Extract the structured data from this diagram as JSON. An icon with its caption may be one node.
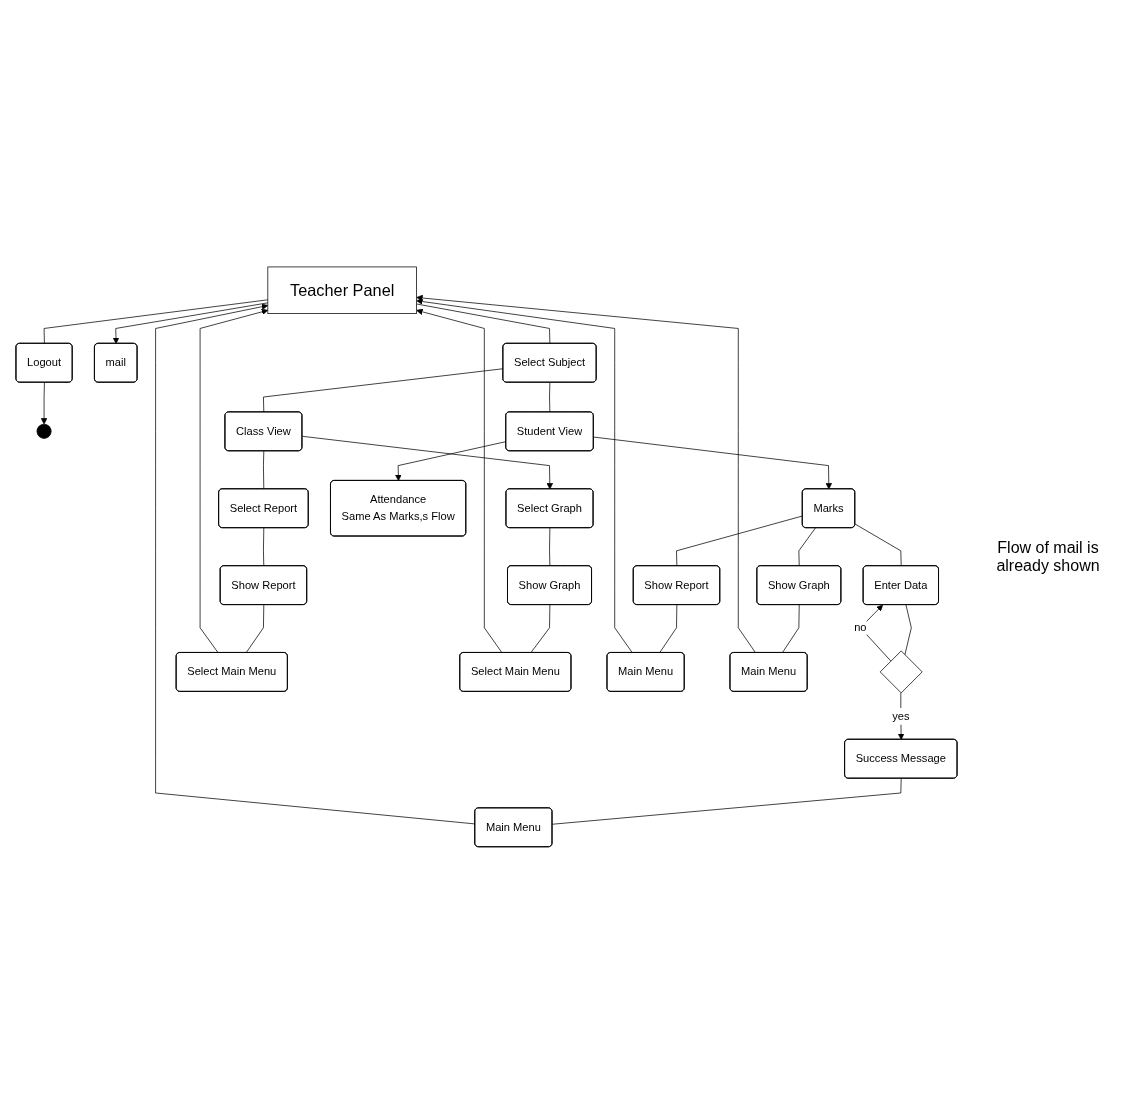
{
  "diagram": {
    "nodes": [
      {
        "text": [
          "Teacher Panel"
        ]
      },
      {
        "text": [
          "Select Subject"
        ]
      },
      {
        "text": [
          "mail"
        ]
      },
      {
        "text": [
          "Logout"
        ]
      },
      {
        "text": [],
        "shape": "circle"
      },
      {
        "text": [
          "Class View"
        ]
      },
      {
        "text": [
          "Student View"
        ]
      },
      {
        "text": [
          "Select Report"
        ]
      },
      {
        "text": [
          "Select Graph"
        ]
      },
      {
        "text": [
          "Marks"
        ]
      },
      {
        "text": [
          "Attendance",
          "Same As Marks,s Flow"
        ]
      },
      {
        "text": [
          "Show Report"
        ]
      },
      {
        "text": [
          "Show Graph"
        ]
      },
      {
        "text": [
          "Show Report"
        ]
      },
      {
        "text": [
          "Show Graph"
        ]
      },
      {
        "text": [
          "Enter Data"
        ]
      },
      {
        "text": [],
        "shape": "diamond"
      },
      {
        "text": [
          "Select Main Menu"
        ]
      },
      {
        "text": [
          "Select Main Menu"
        ]
      },
      {
        "text": [
          "Main Menu"
        ]
      },
      {
        "text": [
          "Main Menu"
        ]
      },
      {
        "text": [
          "Success Message"
        ]
      },
      {
        "text": [
          "Main Menu"
        ]
      }
    ],
    "edges": [
      {
        "from": 0,
        "to": 1,
        "arrow": "none"
      },
      {
        "from": 0,
        "to": 2,
        "arrow": "to"
      },
      {
        "from": 0,
        "to": 3,
        "arrow": "none"
      },
      {
        "from": 3,
        "to": 4,
        "arrow": "to"
      },
      {
        "from": 1,
        "to": 5,
        "arrow": "none"
      },
      {
        "from": 1,
        "to": 6,
        "arrow": "none"
      },
      {
        "from": 5,
        "to": 7,
        "arrow": "none"
      },
      {
        "from": 5,
        "to": 8,
        "arrow": "to"
      },
      {
        "from": 6,
        "to": 9,
        "arrow": "to"
      },
      {
        "from": 6,
        "to": 10,
        "arrow": "to"
      },
      {
        "from": 7,
        "to": 11,
        "arrow": "none"
      },
      {
        "from": 8,
        "to": 12,
        "arrow": "none"
      },
      {
        "from": 11,
        "to": 17,
        "arrow": "none"
      },
      {
        "from": 12,
        "to": 18,
        "arrow": "none"
      },
      {
        "from": 17,
        "to": 0,
        "arrow": "to"
      },
      {
        "from": 18,
        "to": 0,
        "arrow": "to"
      },
      {
        "from": 9,
        "to": 13,
        "arrow": "none"
      },
      {
        "from": 9,
        "to": 14,
        "arrow": "none"
      },
      {
        "from": 9,
        "to": 15,
        "arrow": "none"
      },
      {
        "from": 13,
        "to": 19,
        "arrow": "none"
      },
      {
        "from": 14,
        "to": 20,
        "arrow": "none"
      },
      {
        "from": 15,
        "to": 16,
        "arrow": "none"
      },
      {
        "from": 16,
        "to": 15,
        "label": "no",
        "arrow": "to"
      },
      {
        "from": 16,
        "to": 21,
        "label": "yes",
        "arrow": "to"
      },
      {
        "from": 21,
        "to": 22,
        "arrow": "none"
      },
      {
        "from": 19,
        "to": 0,
        "arrow": "to"
      },
      {
        "from": 20,
        "to": 0,
        "arrow": "to"
      },
      {
        "from": 22,
        "to": 0,
        "arrow": "to"
      }
    ],
    "labels": [
      "Flow of mail is already shown"
    ]
  }
}
